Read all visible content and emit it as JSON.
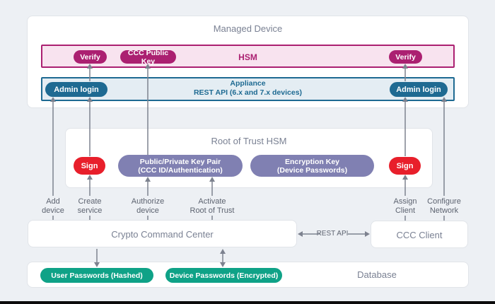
{
  "colors": {
    "background": "#edf0f4",
    "magenta": "#ab2071",
    "magenta_bg": "#f8e3ef",
    "teal": "#1e6a92",
    "teal_bg": "#e4edf3",
    "red": "#e81f2b",
    "purple": "#8080b2",
    "green": "#0fa287",
    "arrow_gray": "#7d828f"
  },
  "managed_device": {
    "title": "Managed Device",
    "hsm": {
      "label": "HSM",
      "verify_left": "Verify",
      "ccc_public_key": "CCC Public Key",
      "verify_right": "Verify"
    },
    "appliance": {
      "line1": "Appliance",
      "line2": "REST API (6.x and 7.x devices)",
      "admin_login_left": "Admin login",
      "admin_login_right": "Admin login"
    }
  },
  "root_of_trust": {
    "title": "Root of Trust HSM",
    "sign_left": "Sign",
    "sign_right": "Sign",
    "keypair": {
      "line1": "Public/Private Key Pair",
      "line2": "(CCC ID/Authentication)"
    },
    "encryption_key": {
      "line1": "Encryption Key",
      "line2": "(Device Passwords)"
    }
  },
  "actions": [
    {
      "line1": "Add",
      "line2": "device"
    },
    {
      "line1": "Create",
      "line2": "service"
    },
    {
      "line1": "Authorize",
      "line2": "device"
    },
    {
      "line1": "Activate",
      "line2": "Root of Trust"
    },
    {
      "line1": "Assign",
      "line2": "Client"
    },
    {
      "line1": "Configure",
      "line2": "Network"
    }
  ],
  "crypto_command_center": {
    "label": "Crypto Command Center"
  },
  "rest_api": {
    "label": "REST API"
  },
  "ccc_client": {
    "label": "CCC Client"
  },
  "database": {
    "label": "Database",
    "user_passwords": "User Passwords (Hashed)",
    "device_passwords": "Device Passwords (Encrypted)"
  }
}
